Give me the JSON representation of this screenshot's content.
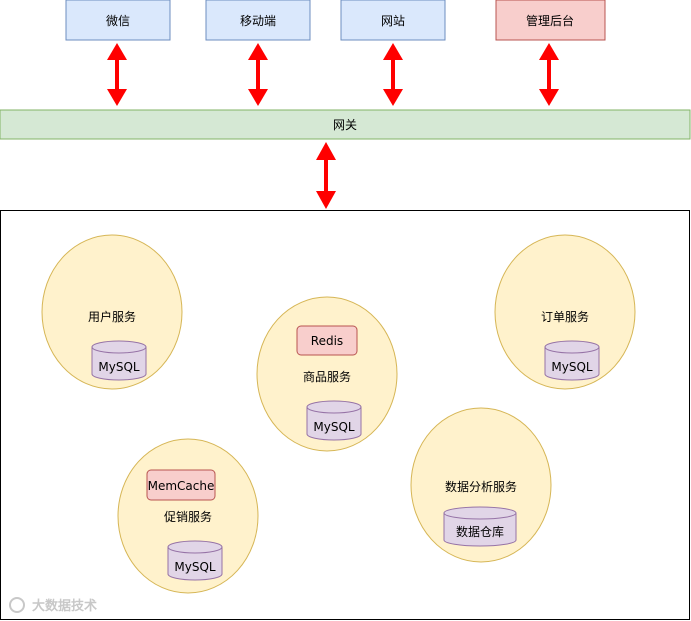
{
  "clients": [
    {
      "label": "微信"
    },
    {
      "label": "移动端"
    },
    {
      "label": "网站"
    },
    {
      "label": "管理后台"
    }
  ],
  "gateway": {
    "label": "网关"
  },
  "services": {
    "user": {
      "label": "用户服务",
      "db": "MySQL"
    },
    "product": {
      "label": "商品服务",
      "cache": "Redis",
      "db": "MySQL"
    },
    "order": {
      "label": "订单服务",
      "db": "MySQL"
    },
    "promotion": {
      "label": "促销服务",
      "cache": "MemCache",
      "db": "MySQL"
    },
    "analytics": {
      "label": "数据分析服务",
      "db": "数据仓库"
    }
  },
  "watermark": {
    "text": "大数据技术"
  },
  "colors": {
    "client_fill": "#dae8fc",
    "client_stroke": "#6c8ebf",
    "admin_fill": "#f8cecc",
    "admin_stroke": "#b85450",
    "gateway_fill": "#d5e8d4",
    "gateway_stroke": "#82b366",
    "service_fill": "#fff2cc",
    "service_stroke": "#d6b656",
    "db_fill": "#e1d5e7",
    "db_stroke": "#9673a6",
    "arrow": "#ff0000"
  }
}
